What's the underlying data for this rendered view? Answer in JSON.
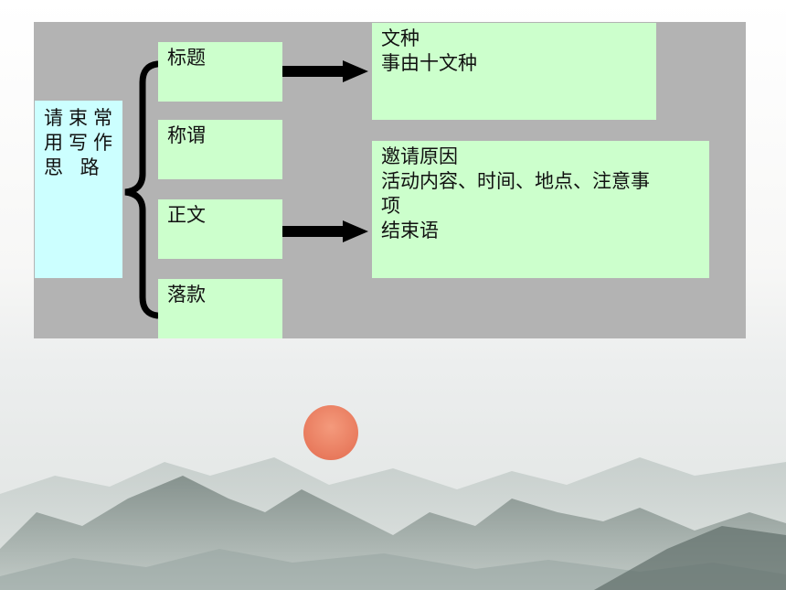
{
  "root": {
    "lines": [
      "请束常",
      "用写作",
      "思 路"
    ]
  },
  "items": [
    "标题",
    "称谓",
    "正文",
    "落款"
  ],
  "details": [
    {
      "lines": [
        "文种",
        "事由十文种"
      ]
    },
    {
      "lines": [
        "邀请原因",
        "活动内容、时间、地点、注意事",
        "项",
        "结束语"
      ]
    }
  ],
  "colors": {
    "panel": "#b3b3b3",
    "root_box": "#ccffff",
    "item_box": "#ccffcc",
    "connector": "#000000",
    "sun": "#f0876a"
  }
}
